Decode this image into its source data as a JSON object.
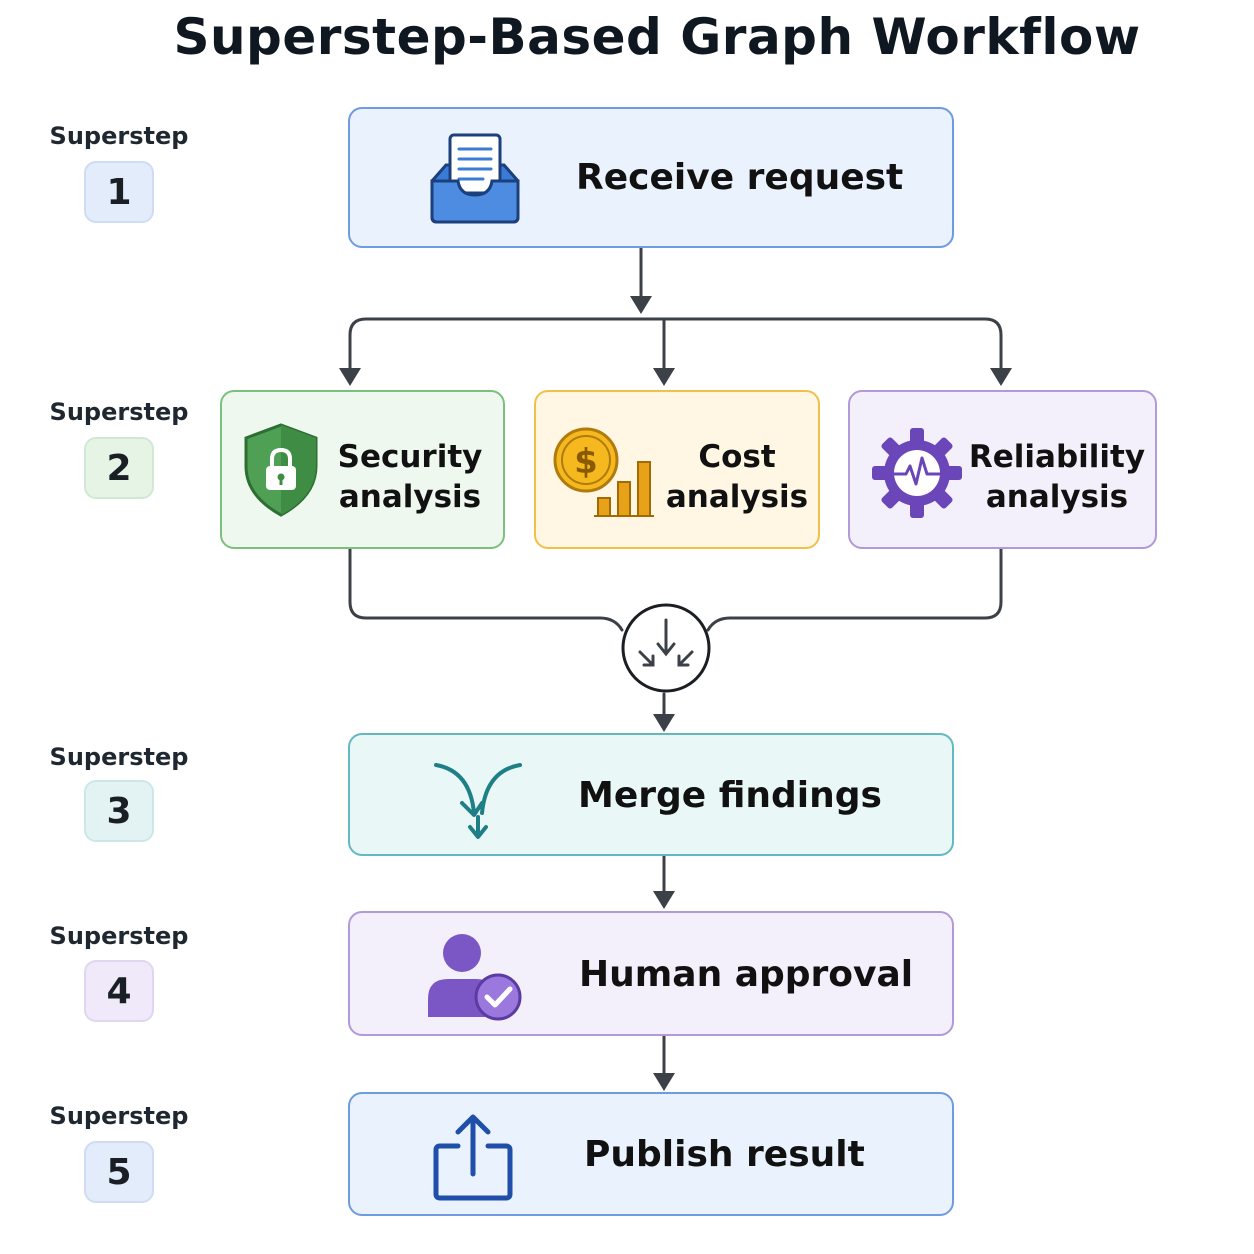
{
  "title": "Superstep-Based Graph Workflow",
  "supersteps": [
    {
      "label": "Superstep",
      "number": "1"
    },
    {
      "label": "Superstep",
      "number": "2"
    },
    {
      "label": "Superstep",
      "number": "3"
    },
    {
      "label": "Superstep",
      "number": "4"
    },
    {
      "label": "Superstep",
      "number": "5"
    }
  ],
  "nodes": {
    "receive": {
      "label": "Receive request",
      "icon": "inbox-document-icon"
    },
    "security": {
      "line1": "Security",
      "line2": "analysis",
      "icon": "shield-lock-icon"
    },
    "cost": {
      "line1": "Cost",
      "line2": "analysis",
      "icon": "dollar-chart-icon"
    },
    "reliability": {
      "line1": "Reliability",
      "line2": "analysis",
      "icon": "gear-heartbeat-icon"
    },
    "merge": {
      "label": "Merge findings",
      "icon": "merge-arrows-icon"
    },
    "approval": {
      "label": "Human approval",
      "icon": "user-check-icon"
    },
    "publish": {
      "label": "Publish result",
      "icon": "share-upload-icon"
    },
    "join": {
      "icon": "converge-arrows-icon"
    }
  },
  "colors": {
    "blue": "#3a7bd5",
    "blue_bg": "#eaf2fd",
    "green": "#5aab5e",
    "green_bg": "#eef8ee",
    "yellow": "#f0b62c",
    "yellow_bg": "#fff7e3",
    "purple": "#9b7fd0",
    "purple_bg": "#f3effb",
    "teal": "#40a9b0",
    "teal_bg": "#e9f7f7",
    "connector": "#3c4148"
  }
}
